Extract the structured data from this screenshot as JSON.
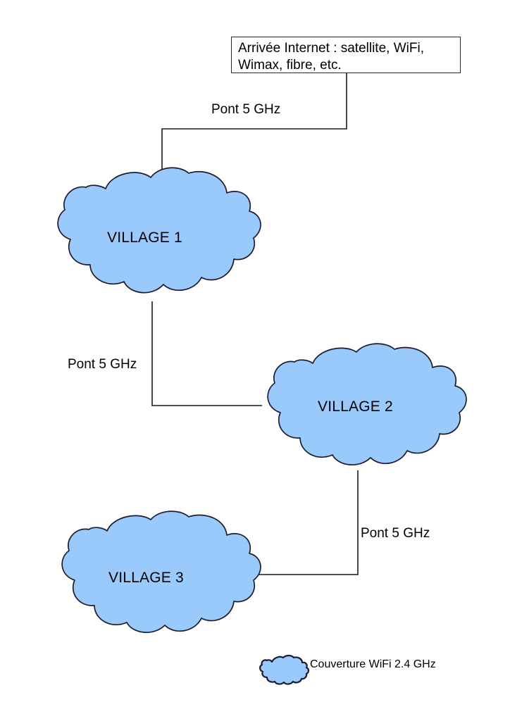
{
  "diagram": {
    "title_box": {
      "text": "Arrivée Internet : satellite, WiFi, Wimax, fibre, etc.",
      "line1": "Arrivée Internet : satellite, WiFi,",
      "line2": "Wimax, fibre, etc."
    },
    "nodes": [
      {
        "id": "village-1",
        "label": "VILLAGE 1"
      },
      {
        "id": "village-2",
        "label": "VILLAGE 2"
      },
      {
        "id": "village-3",
        "label": "VILLAGE 3"
      }
    ],
    "links": [
      {
        "id": "link-internet-village1",
        "label": "Pont 5 GHz"
      },
      {
        "id": "link-village1-village2",
        "label": "Pont 5 GHz"
      },
      {
        "id": "link-village2-village3",
        "label": "Pont 5 GHz"
      }
    ],
    "legend": {
      "label": "Couverture WiFi 2.4 GHz",
      "symbol": "cloud-icon"
    },
    "colors": {
      "cloud_fill": "#9ac9fb",
      "cloud_stroke": "#1c1c2e",
      "line": "#1a1a1a",
      "box_border": "#262626",
      "background": "#ffffff",
      "text": "#000000"
    }
  }
}
